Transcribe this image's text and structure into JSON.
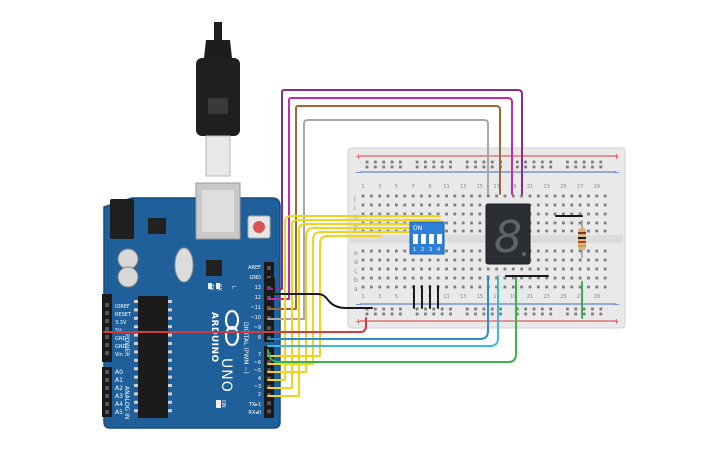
{
  "colors": {
    "board": "#1f5f9a",
    "board_dark": "#174c7d",
    "breadboard": "#e9e9e9",
    "rail_red": "#d93c3c",
    "rail_blue": "#3b6cc8",
    "dip": "#2e7fd6",
    "seg": "#2b2f33",
    "wire_purple": "#8c2a8c",
    "wire_magenta": "#c02ca2",
    "wire_brown": "#9a6a32",
    "wire_gray": "#a7a7a7",
    "wire_yellow": "#f2d21b",
    "wire_black": "#1a1a1a",
    "wire_red": "#d63a3a",
    "wire_cyan": "#42b8d8",
    "wire_blue": "#2b8cd1",
    "wire_green": "#38b449"
  },
  "arduino": {
    "logo": "ARDUINO",
    "model": "UNO",
    "power_header_label": "POWER",
    "analog_header_label": "ANALOG IN",
    "digital_header_label": "DIGITAL (PWM ~)",
    "tx_label": "TX",
    "rx_label": "RX",
    "l_label": "L",
    "on_label": "ON",
    "power_pins": [
      "IOREF",
      "RESET",
      "3.3V",
      "5V",
      "GND",
      "GND",
      "Vin"
    ],
    "analog_pins": [
      "A0",
      "A1",
      "A2",
      "A3",
      "A4",
      "A5"
    ],
    "digital_top_pins": [
      "AREF",
      "GND",
      "13",
      "12",
      "~11",
      "~10",
      "~9",
      "8"
    ],
    "digital_bottom_pins": [
      "7",
      "~6",
      "~5",
      "4",
      "~3",
      "2",
      "TX▸1",
      "RX◂0"
    ]
  },
  "breadboard": {
    "column_numbers": [
      "1",
      "3",
      "5",
      "7",
      "9",
      "11",
      "13",
      "15",
      "17",
      "19",
      "21",
      "23",
      "25",
      "27",
      "29"
    ],
    "row_letters_top": [
      "j",
      "i",
      "h",
      "g",
      "f"
    ],
    "row_letters_bottom": [
      "e",
      "d",
      "c",
      "b",
      "a"
    ],
    "plus": "+",
    "minus": "−"
  },
  "dip_switch": {
    "on_label": "ON",
    "positions": [
      "1",
      "2",
      "3",
      "4"
    ]
  },
  "display": {
    "digit": "8"
  }
}
